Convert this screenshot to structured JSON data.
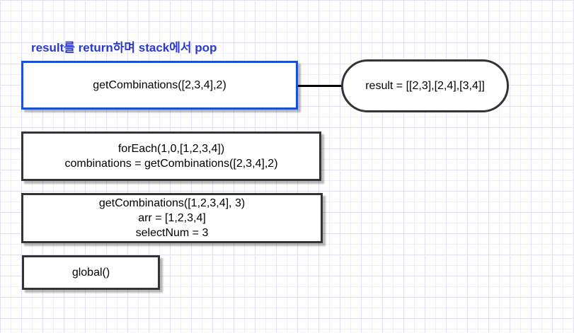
{
  "colors": {
    "title_blue": "#2a38d4",
    "active_frame_border": "#1d4fd7",
    "frame_border": "#343434",
    "connector": "#000000",
    "grid_minor": "#f0eef8",
    "grid_major": "#e3e0f1",
    "canvas_bg": "#ffffff"
  },
  "annotation": {
    "title": "result를 return하며 stack에서 pop"
  },
  "call_stack": {
    "frames": [
      {
        "name": "active-frame",
        "lines": [
          "getCombinations([2,3,4],2)"
        ]
      },
      {
        "name": "frame-2",
        "lines": [
          "forEach(1,0,[1,2,3,4])",
          "combinations = getCombinations([2,3,4],2)"
        ]
      },
      {
        "name": "frame-3",
        "lines": [
          "getCombinations([1,2,3,4], 3)",
          "arr = [1,2,3,4]",
          "selectNum = 3"
        ]
      },
      {
        "name": "global-frame",
        "lines": [
          "global()"
        ]
      }
    ]
  },
  "result_bubble": {
    "text": "result = [[2,3],[2,4],[3,4]]"
  }
}
